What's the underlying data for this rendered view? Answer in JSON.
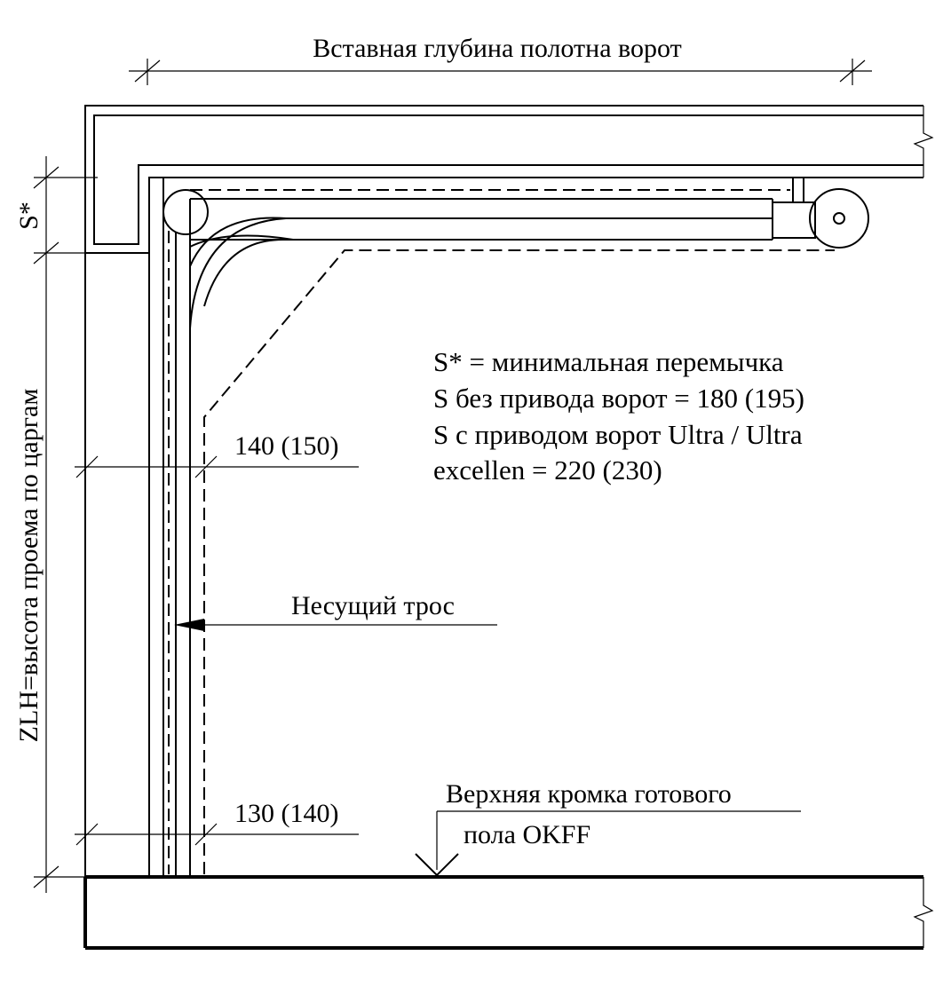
{
  "labels": {
    "insert_depth": "Вставная глубина полотна ворот",
    "s_star": "S*",
    "zlh": "ZLH=высота проема по царгам",
    "dim_top": "140 (150)",
    "dim_bottom": "130 (140)",
    "cable": "Несущий трос",
    "floor_line1": "Верхняя кромка готового",
    "floor_line2": "пола OKFF"
  },
  "notes": [
    "S* = минимальная перемычка",
    "S без привода ворот = 180 (195)",
    "S с приводом ворот Ultra / Ultra",
    "excellen = 220 (230)"
  ]
}
